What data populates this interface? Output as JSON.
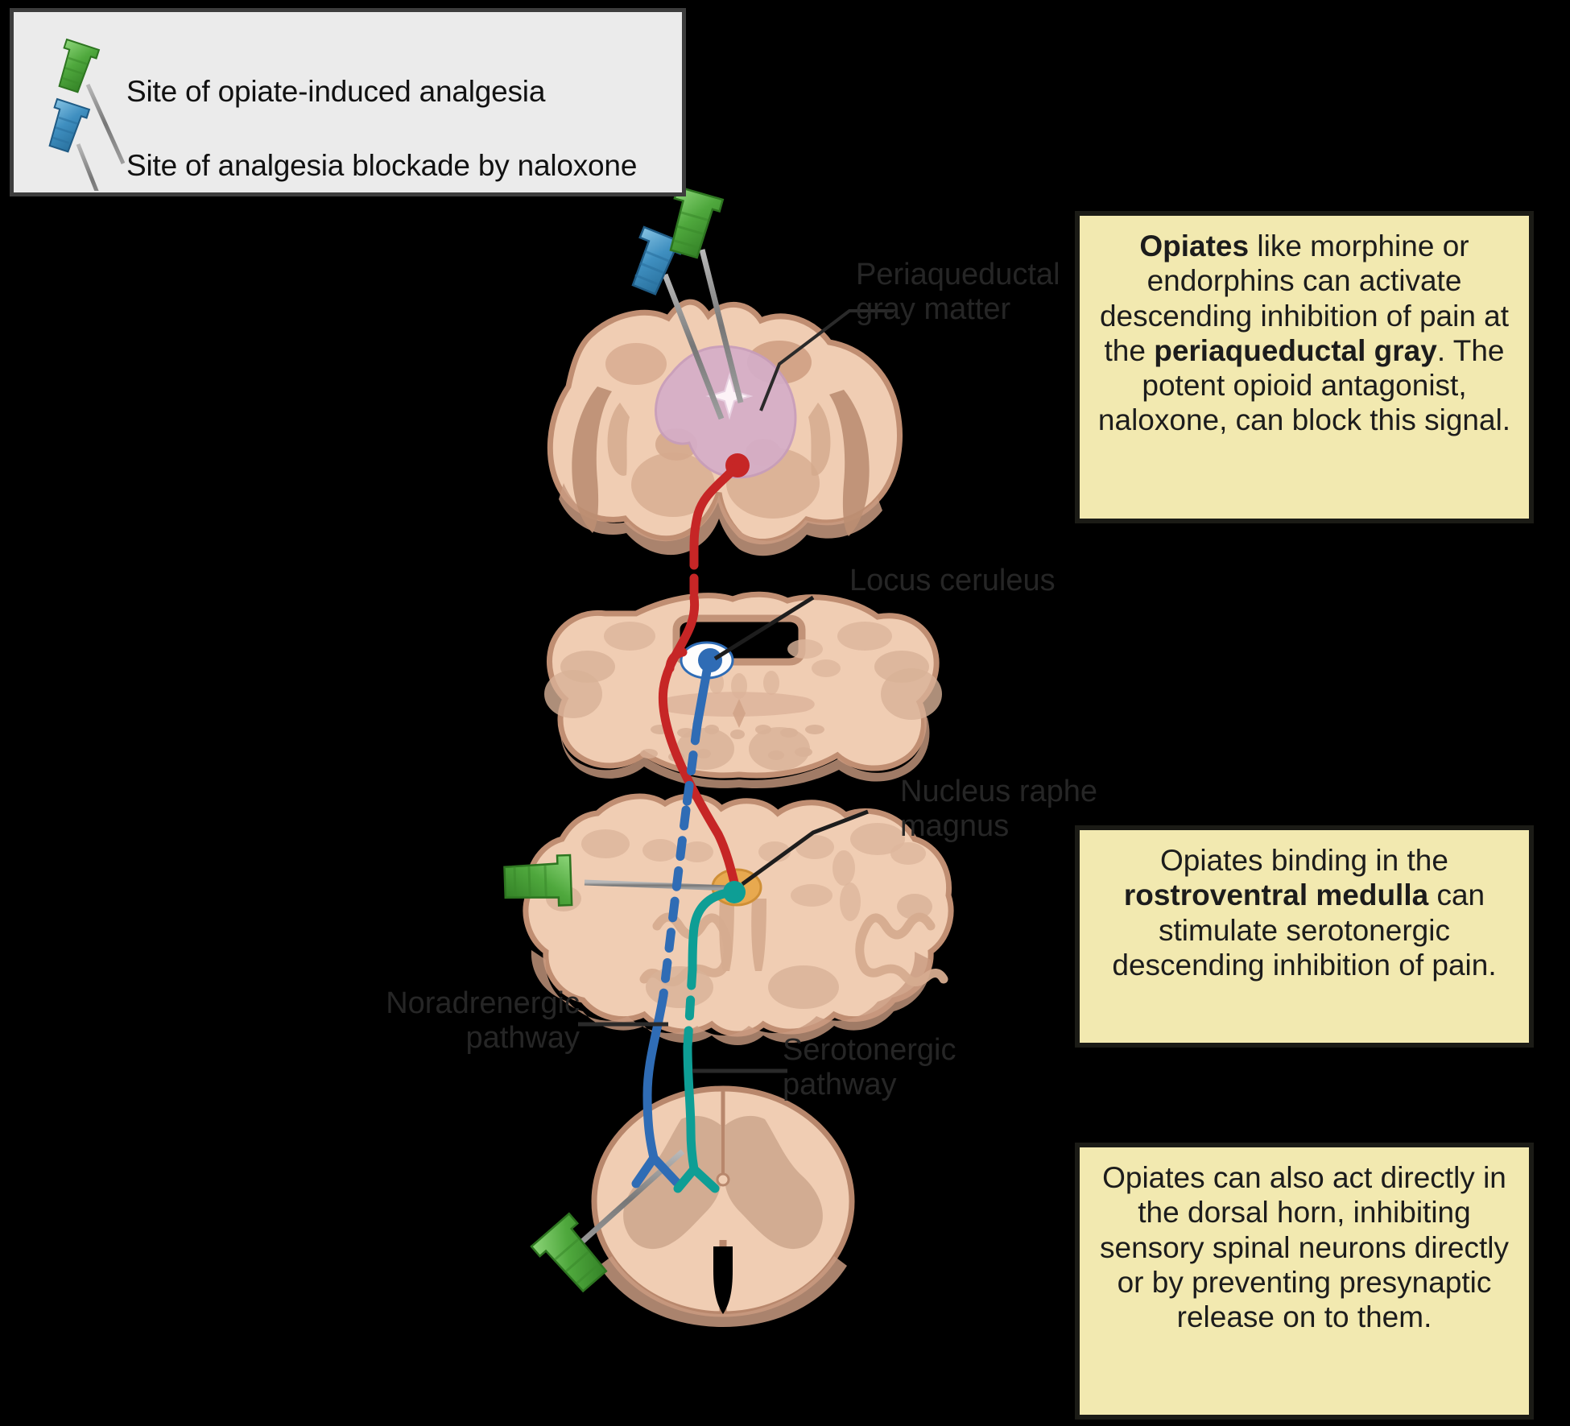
{
  "legend": {
    "items": [
      {
        "icon": "syringe-green-icon",
        "color": "#4fa83d",
        "label": "Site of opiate-induced analgesia"
      },
      {
        "icon": "syringe-blue-icon",
        "color": "#3f8fc0",
        "label": "Site of analgesia blockade by naloxone"
      }
    ]
  },
  "callouts": [
    {
      "id": "periaqueductal-gray-callout",
      "segments": [
        {
          "text": "Opiates",
          "bold": true
        },
        {
          "text": " like morphine or endorphins can activate descending inhibition of pain at the ",
          "bold": false
        },
        {
          "text": "periaqueductal gray",
          "bold": true
        },
        {
          "text": ". The potent opioid antagonist, naloxone, can block this signal.",
          "bold": false
        }
      ],
      "plain": "Opiates like morphine or endorphins can activate descending inhibition of pain at the periaqueductal gray. The potent opioid antagonist, naloxone, can block this signal."
    },
    {
      "id": "rostroventral-medulla-callout",
      "segments": [
        {
          "text": "Opiates binding in the ",
          "bold": false
        },
        {
          "text": "rostroventral medulla",
          "bold": true
        },
        {
          "text": " can stimulate serotonergic descending inhibition of pain.",
          "bold": false
        }
      ],
      "plain": "Opiates binding in the rostroventral medulla can stimulate serotonergic descending inhibition of pain."
    },
    {
      "id": "dorsal-horn-callout",
      "segments": [
        {
          "text": "Opiates can also act directly in the dorsal horn, inhibiting sensory spinal neurons directly or by preventing presynaptic release on to them.",
          "bold": false
        }
      ],
      "plain": "Opiates can also act directly in the dorsal horn, inhibiting sensory spinal neurons directly or by preventing presynaptic release on to them."
    }
  ],
  "anatomy_labels": [
    {
      "name": "periaqueductal-gray-label",
      "text": "Periaqueductal\ngray matter"
    },
    {
      "name": "locus-ceruleus-label",
      "text": "Locus ceruleus"
    },
    {
      "name": "nucleus-raphe-magnus-label",
      "text": "Nucleus raphe\nmagnus"
    },
    {
      "name": "noradrenergic-pathway-label",
      "text": "Noradrenergic\npathway"
    },
    {
      "name": "serotonergic-pathway-label",
      "text": "Serotonergic\npathway"
    }
  ],
  "sections": [
    {
      "name": "midbrain-section",
      "structure": "Midbrain with periaqueductal gray"
    },
    {
      "name": "pons-section",
      "structure": "Pons with locus ceruleus"
    },
    {
      "name": "medulla-section",
      "structure": "Medulla with nucleus raphe magnus"
    },
    {
      "name": "spinal-cord-section",
      "structure": "Spinal cord with dorsal horn"
    }
  ],
  "pathways": [
    {
      "name": "descending-red-pathway",
      "color": "#c62626",
      "from": "periaqueductal gray",
      "to": "nucleus raphe magnus"
    },
    {
      "name": "noradrenergic-pathway",
      "color": "#2f6cb5",
      "from": "locus ceruleus",
      "to": "dorsal horn"
    },
    {
      "name": "serotonergic-pathway",
      "color": "#0e9e95",
      "from": "nucleus raphe magnus",
      "to": "dorsal horn"
    }
  ],
  "colors": {
    "background": "#000000",
    "tissue_fill": "#f0cdb3",
    "tissue_edge": "#b08268",
    "tissue_inner": "#dfb79c",
    "pag_fill": "#d5aec8",
    "raphe_fill": "#e8a94f",
    "locus_fill": "#2f6cb5",
    "callout_bg": "#f2e9b0",
    "callout_border": "#1b1b16",
    "legend_bg": "#ebebeb",
    "legend_border": "#3d3d3d",
    "syringe_green": "#4fa83d",
    "syringe_blue": "#3f8fc0",
    "needle": "#8e8e8e"
  }
}
